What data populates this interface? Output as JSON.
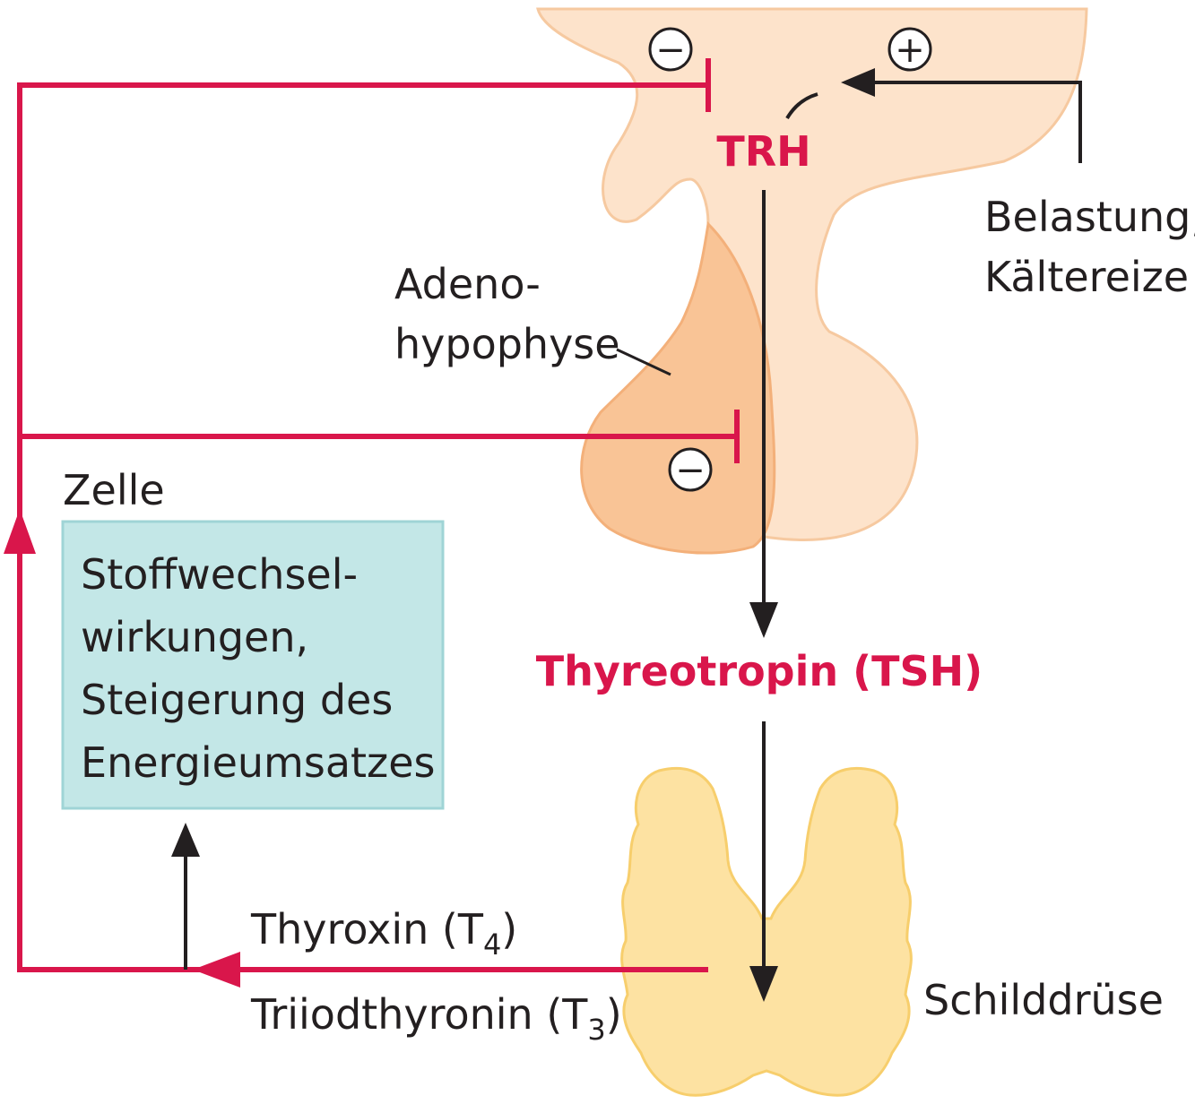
{
  "colors": {
    "feedback_red": "#d9164b",
    "arrow_dark": "#231f20",
    "hypothalamus_fill": "#fde3cb",
    "hypothalamus_stroke": "#f6c9a0",
    "adeno_fill": "#f9c496",
    "adeno_stroke": "#f3b07a",
    "thyroid_fill": "#fde2a2",
    "thyroid_stroke": "#f7ce6c",
    "cell_box_fill": "#c3e7e7",
    "cell_box_stroke": "#9fd4d6"
  },
  "labels": {
    "trh": "TRH",
    "tsh": "Thyreotropin (TSH)",
    "adeno_line1": "Adeno-",
    "adeno_line2": "hypophyse",
    "stimulus_line1": "Belastung,",
    "stimulus_line2": "Kältereize",
    "cell": "Zelle",
    "thyroid": "Schilddrüse",
    "t4_prefix": "Thyroxin (T",
    "t4_sub": "4",
    "t3_prefix": "Triiodthyronin (T",
    "t3_sub": "3",
    "closing_paren": ")"
  },
  "cell_box": {
    "lines": [
      "Stoffwechsel-",
      "wirkungen,",
      "Steigerung des",
      "Energieumsatzes"
    ]
  },
  "signs": {
    "inhibit_top": "−",
    "stimulate_top": "+",
    "inhibit_pituitary": "−"
  }
}
